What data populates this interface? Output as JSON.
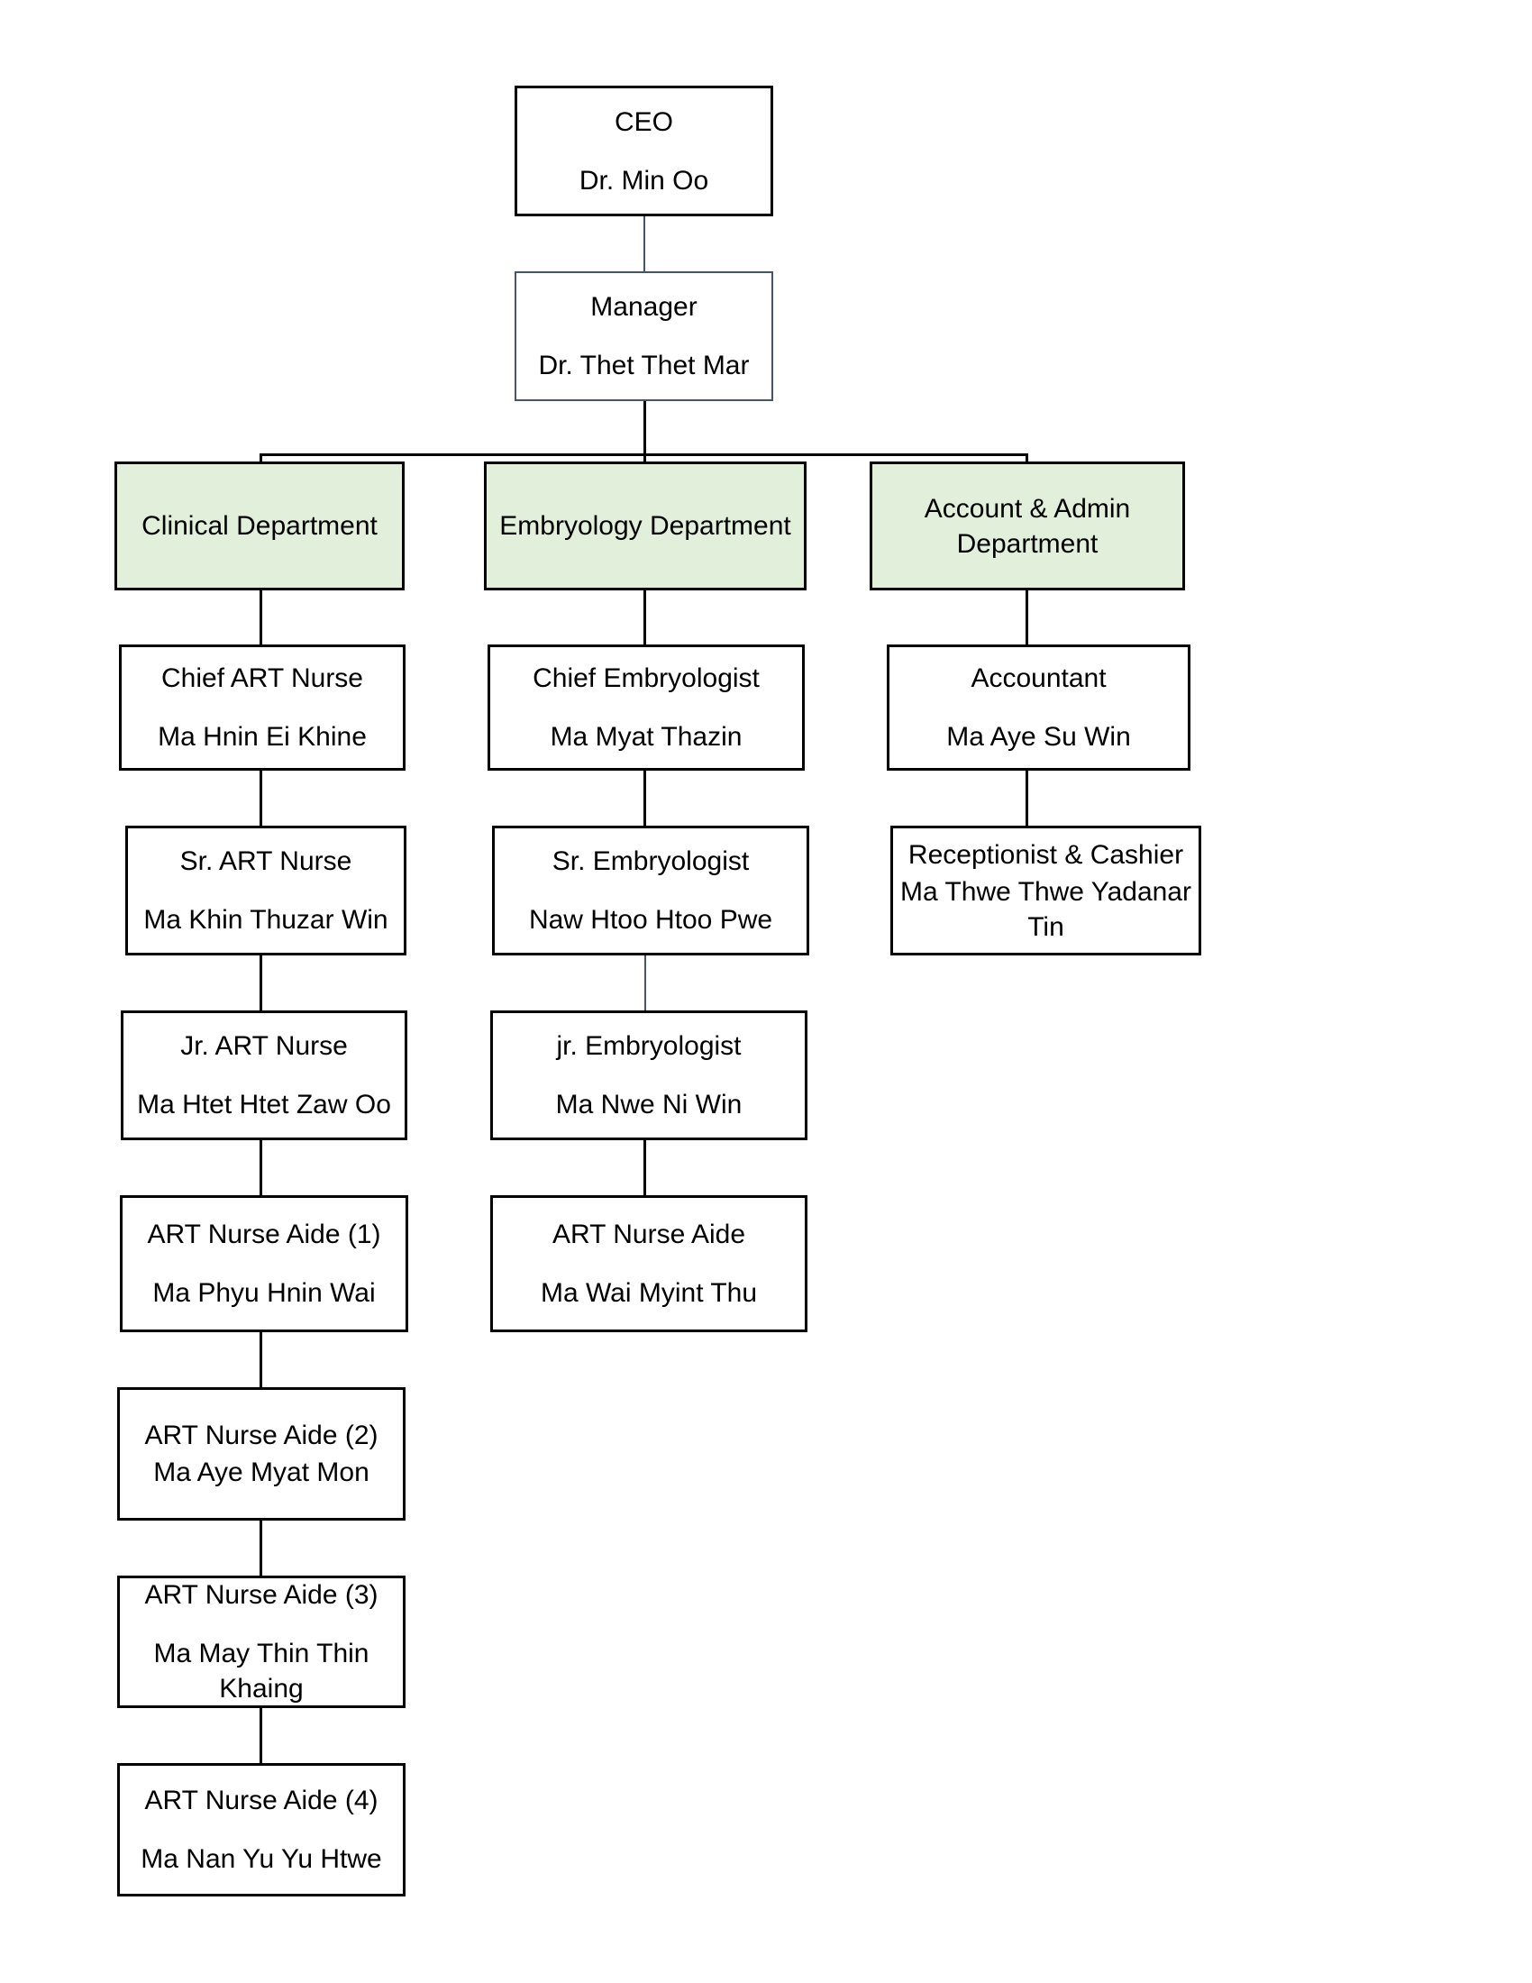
{
  "chart_data": {
    "type": "diagram",
    "diagram_kind": "organization-chart",
    "title": "",
    "colors": {
      "department_fill": "#E2EFDA",
      "box_border": "#000000",
      "manager_border": "#44546A",
      "connector": "#000000",
      "connector_accent": "#44546A",
      "background": "#FFFFFF",
      "text": "#000000"
    },
    "nodes": [
      {
        "id": "ceo",
        "title": "CEO",
        "person": "Dr. Min Oo"
      },
      {
        "id": "manager",
        "title": "Manager",
        "person": "Dr. Thet Thet Mar"
      },
      {
        "id": "dept_clin",
        "title": "Clinical Department",
        "person": ""
      },
      {
        "id": "dept_embryo",
        "title": "Embryology Department",
        "person": ""
      },
      {
        "id": "dept_admin",
        "title": "Account & Admin Department",
        "person": ""
      },
      {
        "id": "clin1",
        "title": "Chief ART Nurse",
        "person": "Ma Hnin Ei Khine"
      },
      {
        "id": "clin2",
        "title": "Sr. ART Nurse",
        "person": "Ma Khin Thuzar Win"
      },
      {
        "id": "clin3",
        "title": "Jr. ART Nurse",
        "person": "Ma Htet Htet Zaw Oo"
      },
      {
        "id": "clin4",
        "title": "ART Nurse Aide (1)",
        "person": "Ma Phyu Hnin Wai"
      },
      {
        "id": "clin5",
        "title": "ART Nurse Aide (2)",
        "person": "Ma Aye Myat Mon"
      },
      {
        "id": "clin6",
        "title": "ART Nurse Aide (3)",
        "person": "Ma May Thin Thin Khaing"
      },
      {
        "id": "clin7",
        "title": "ART Nurse Aide (4)",
        "person": "Ma Nan Yu Yu Htwe"
      },
      {
        "id": "emb1",
        "title": "Chief Embryologist",
        "person": "Ma Myat Thazin"
      },
      {
        "id": "emb2",
        "title": "Sr. Embryologist",
        "person": "Naw Htoo Htoo Pwe"
      },
      {
        "id": "emb3",
        "title": "jr. Embryologist",
        "person": "Ma Nwe Ni Win"
      },
      {
        "id": "emb4",
        "title": "ART Nurse Aide",
        "person": "Ma Wai Myint Thu"
      },
      {
        "id": "adm1",
        "title": "Accountant",
        "person": "Ma Aye Su Win"
      },
      {
        "id": "adm2",
        "title": "Receptionist & Cashier",
        "person": "Ma Thwe Thwe Yadanar Tin"
      }
    ],
    "edges": [
      {
        "from": "ceo",
        "to": "manager"
      },
      {
        "from": "manager",
        "to": "dept_clin"
      },
      {
        "from": "manager",
        "to": "dept_embryo"
      },
      {
        "from": "manager",
        "to": "dept_admin"
      },
      {
        "from": "dept_clin",
        "to": "clin1"
      },
      {
        "from": "clin1",
        "to": "clin2"
      },
      {
        "from": "clin2",
        "to": "clin3"
      },
      {
        "from": "clin3",
        "to": "clin4"
      },
      {
        "from": "clin4",
        "to": "clin5"
      },
      {
        "from": "clin5",
        "to": "clin6"
      },
      {
        "from": "clin6",
        "to": "clin7"
      },
      {
        "from": "dept_embryo",
        "to": "emb1"
      },
      {
        "from": "emb1",
        "to": "emb2"
      },
      {
        "from": "emb2",
        "to": "emb3"
      },
      {
        "from": "emb3",
        "to": "emb4"
      },
      {
        "from": "dept_admin",
        "to": "adm1"
      },
      {
        "from": "adm1",
        "to": "adm2"
      }
    ]
  },
  "org": {
    "ceo": {
      "title": "CEO",
      "person": "Dr. Min Oo"
    },
    "manager": {
      "title": "Manager",
      "person": "Dr. Thet Thet Mar"
    },
    "departments": {
      "clinical": {
        "title": "Clinical Department"
      },
      "embryology": {
        "title": "Embryology Department"
      },
      "admin": {
        "title": "Account & Admin Department"
      }
    },
    "clinical_chain": [
      {
        "title": "Chief ART Nurse",
        "person": "Ma Hnin Ei Khine"
      },
      {
        "title": "Sr. ART Nurse",
        "person": "Ma Khin Thuzar Win"
      },
      {
        "title": "Jr. ART Nurse",
        "person": "Ma Htet Htet Zaw Oo"
      },
      {
        "title": "ART Nurse Aide (1)",
        "person": "Ma Phyu Hnin Wai"
      },
      {
        "title": "ART Nurse Aide (2)",
        "person": "Ma Aye Myat Mon"
      },
      {
        "title": "ART Nurse Aide (3)",
        "person": "Ma May Thin Thin Khaing"
      },
      {
        "title": "ART Nurse Aide (4)",
        "person": "Ma Nan Yu Yu Htwe"
      }
    ],
    "embryology_chain": [
      {
        "title": "Chief Embryologist",
        "person": "Ma Myat Thazin"
      },
      {
        "title": "Sr. Embryologist",
        "person": "Naw Htoo Htoo Pwe"
      },
      {
        "title": "jr. Embryologist",
        "person": "Ma Nwe Ni Win"
      },
      {
        "title": "ART Nurse Aide",
        "person": "Ma Wai Myint Thu"
      }
    ],
    "admin_chain": [
      {
        "title": "Accountant",
        "person": "Ma Aye Su Win"
      },
      {
        "title": "Receptionist & Cashier",
        "person": "Ma Thwe Thwe Yadanar Tin"
      }
    ]
  }
}
